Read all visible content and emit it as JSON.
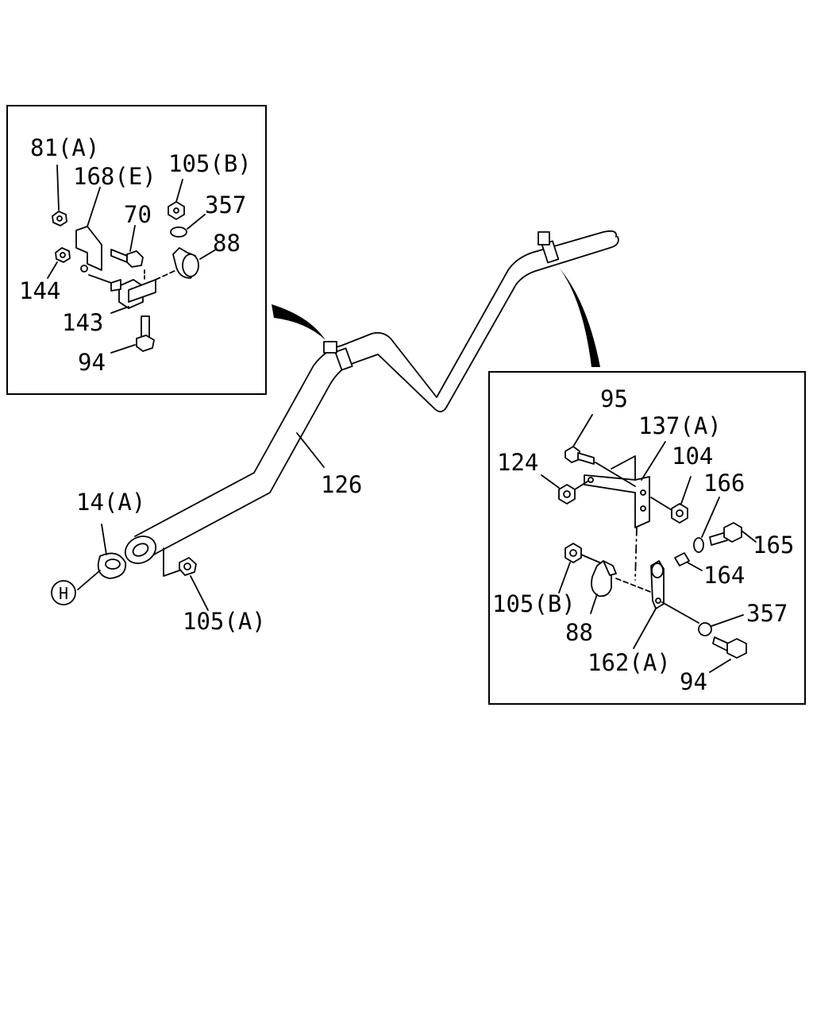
{
  "left_inset": {
    "labels": {
      "nut_81a": "81(A)",
      "bracket_168e": "168(E)",
      "nut_105b": "105(B)",
      "bolt_70": "70",
      "washer_357": "357",
      "clamp_88": "88",
      "nut_144": "144",
      "mount_143": "143",
      "bolt_94": "94"
    }
  },
  "main": {
    "labels": {
      "pipe_126": "126",
      "gasket_14a": "14(A)",
      "nut_105a": "105(A)",
      "ref_h": "H"
    }
  },
  "right_inset": {
    "labels": {
      "bolt_95": "95",
      "bracket_137a": "137(A)",
      "nut_124": "124",
      "nut_104": "104",
      "washer_166": "166",
      "bolt_165": "165",
      "collar_164": "164",
      "nut_105b": "105(B)",
      "clamp_88": "88",
      "washer_357": "357",
      "bracket_162a": "162(A)",
      "bolt_94": "94"
    }
  }
}
